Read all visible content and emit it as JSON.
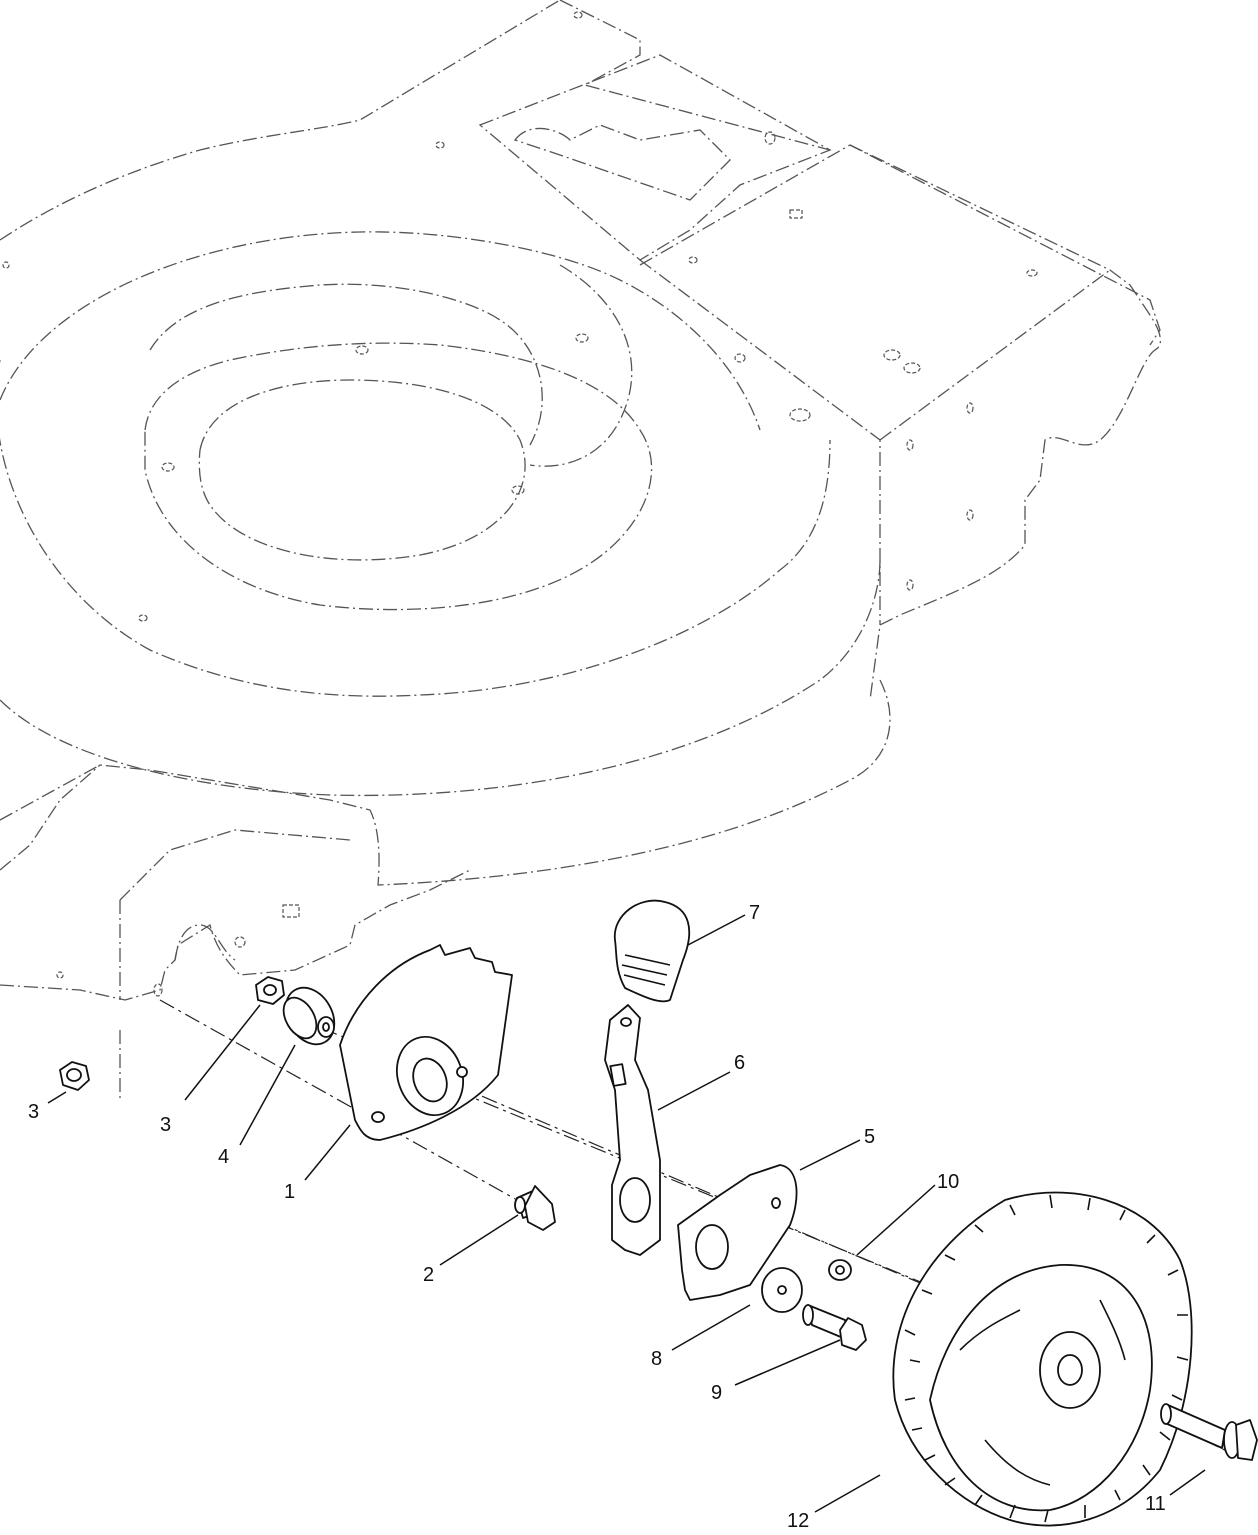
{
  "callouts": [
    {
      "id": "c1",
      "label": "1"
    },
    {
      "id": "c2",
      "label": "2"
    },
    {
      "id": "c3a",
      "label": "3"
    },
    {
      "id": "c3b",
      "label": "3"
    },
    {
      "id": "c4",
      "label": "4"
    },
    {
      "id": "c5",
      "label": "5"
    },
    {
      "id": "c6",
      "label": "6"
    },
    {
      "id": "c7",
      "label": "7"
    },
    {
      "id": "c8",
      "label": "8"
    },
    {
      "id": "c9",
      "label": "9"
    },
    {
      "id": "c10",
      "label": "10"
    },
    {
      "id": "c11",
      "label": "11"
    },
    {
      "id": "c12",
      "label": "12"
    }
  ],
  "colors": {
    "line": "#111111",
    "ghost": "#555555",
    "background": "#ffffff"
  }
}
